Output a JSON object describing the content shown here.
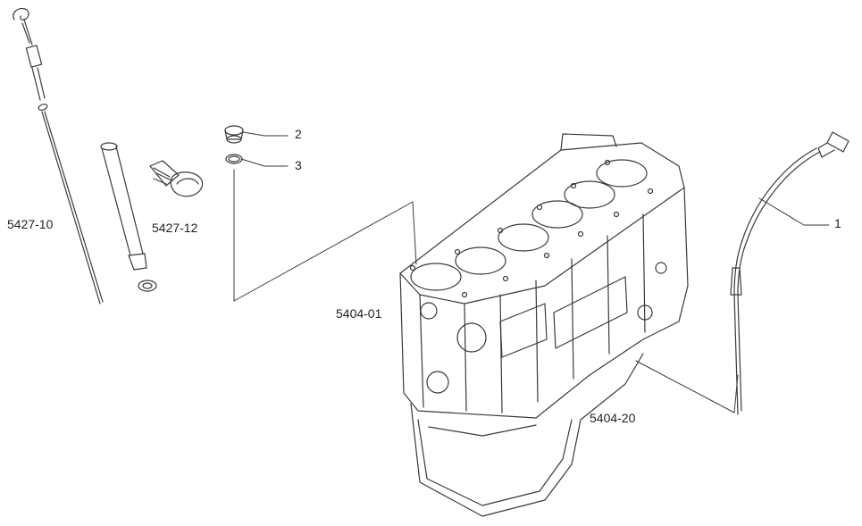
{
  "labels": {
    "dipstick": "5427-10",
    "bracket": "5427-12",
    "plug": "2",
    "seal_ring": "3",
    "block": "5404-01",
    "oil_pan": "5404-20",
    "sensor": "1"
  },
  "colors": {
    "line": "#3a3a3a",
    "background": "#ffffff"
  }
}
